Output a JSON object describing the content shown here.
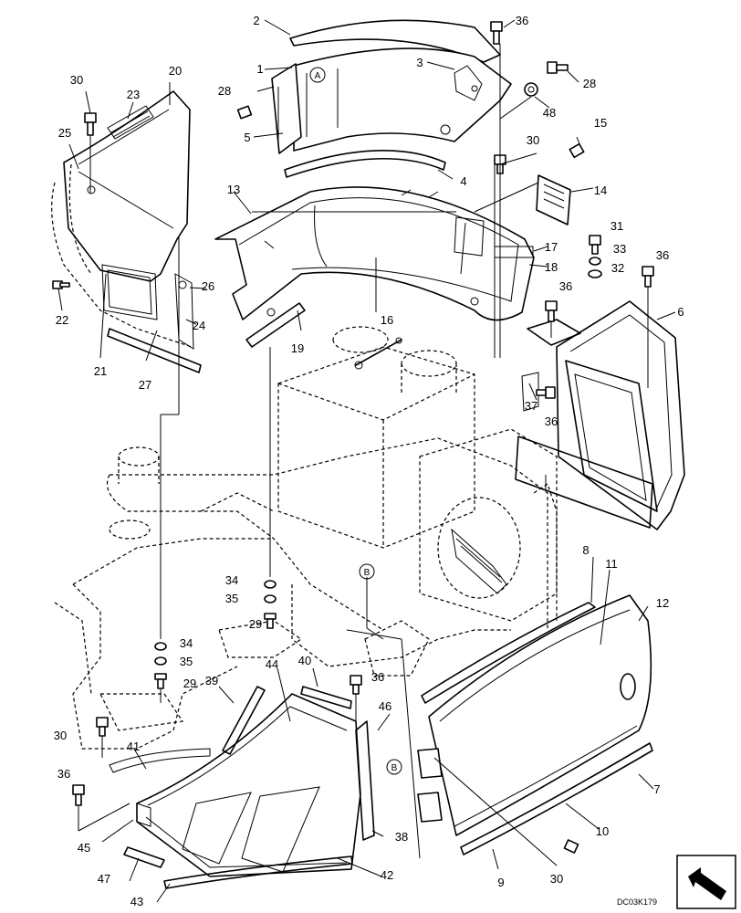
{
  "drawing_code": "DC03K179",
  "ref_marks": {
    "a": "A",
    "b": "B"
  },
  "icons": {
    "nav": "arrow-navigation-icon"
  },
  "labels": [
    {
      "id": "p1",
      "text": "1"
    },
    {
      "id": "p2",
      "text": "2"
    },
    {
      "id": "p3",
      "text": "3"
    },
    {
      "id": "p4",
      "text": "4"
    },
    {
      "id": "p5",
      "text": "5"
    },
    {
      "id": "p6",
      "text": "6"
    },
    {
      "id": "p7",
      "text": "7"
    },
    {
      "id": "p8",
      "text": "8"
    },
    {
      "id": "p9",
      "text": "9"
    },
    {
      "id": "p10",
      "text": "10"
    },
    {
      "id": "p11",
      "text": "11"
    },
    {
      "id": "p12",
      "text": "12"
    },
    {
      "id": "p13",
      "text": "13"
    },
    {
      "id": "p14",
      "text": "14"
    },
    {
      "id": "p15",
      "text": "15"
    },
    {
      "id": "p16",
      "text": "16"
    },
    {
      "id": "p17",
      "text": "17"
    },
    {
      "id": "p18",
      "text": "18"
    },
    {
      "id": "p19",
      "text": "19"
    },
    {
      "id": "p20",
      "text": "20"
    },
    {
      "id": "p21",
      "text": "21"
    },
    {
      "id": "p22",
      "text": "22"
    },
    {
      "id": "p23",
      "text": "23"
    },
    {
      "id": "p24",
      "text": "24"
    },
    {
      "id": "p25",
      "text": "25"
    },
    {
      "id": "p26",
      "text": "26"
    },
    {
      "id": "p27",
      "text": "27"
    },
    {
      "id": "p28a",
      "text": "28"
    },
    {
      "id": "p28b",
      "text": "28"
    },
    {
      "id": "p29a",
      "text": "29"
    },
    {
      "id": "p29b",
      "text": "29"
    },
    {
      "id": "p30a",
      "text": "30"
    },
    {
      "id": "p30b",
      "text": "30"
    },
    {
      "id": "p30c",
      "text": "30"
    },
    {
      "id": "p30d",
      "text": "30"
    },
    {
      "id": "p31",
      "text": "31"
    },
    {
      "id": "p32",
      "text": "32"
    },
    {
      "id": "p33",
      "text": "33"
    },
    {
      "id": "p34a",
      "text": "34"
    },
    {
      "id": "p34b",
      "text": "34"
    },
    {
      "id": "p35a",
      "text": "35"
    },
    {
      "id": "p35b",
      "text": "35"
    },
    {
      "id": "p36a",
      "text": "36"
    },
    {
      "id": "p36b",
      "text": "36"
    },
    {
      "id": "p36c",
      "text": "36"
    },
    {
      "id": "p36d",
      "text": "36"
    },
    {
      "id": "p36e",
      "text": "36"
    },
    {
      "id": "p36f",
      "text": "36"
    },
    {
      "id": "p37",
      "text": "37"
    },
    {
      "id": "p38",
      "text": "38"
    },
    {
      "id": "p39",
      "text": "39"
    },
    {
      "id": "p40",
      "text": "40"
    },
    {
      "id": "p41",
      "text": "41"
    },
    {
      "id": "p42",
      "text": "42"
    },
    {
      "id": "p43",
      "text": "43"
    },
    {
      "id": "p44",
      "text": "44"
    },
    {
      "id": "p45",
      "text": "45"
    },
    {
      "id": "p46",
      "text": "46"
    },
    {
      "id": "p47",
      "text": "47"
    },
    {
      "id": "p48",
      "text": "48"
    }
  ]
}
